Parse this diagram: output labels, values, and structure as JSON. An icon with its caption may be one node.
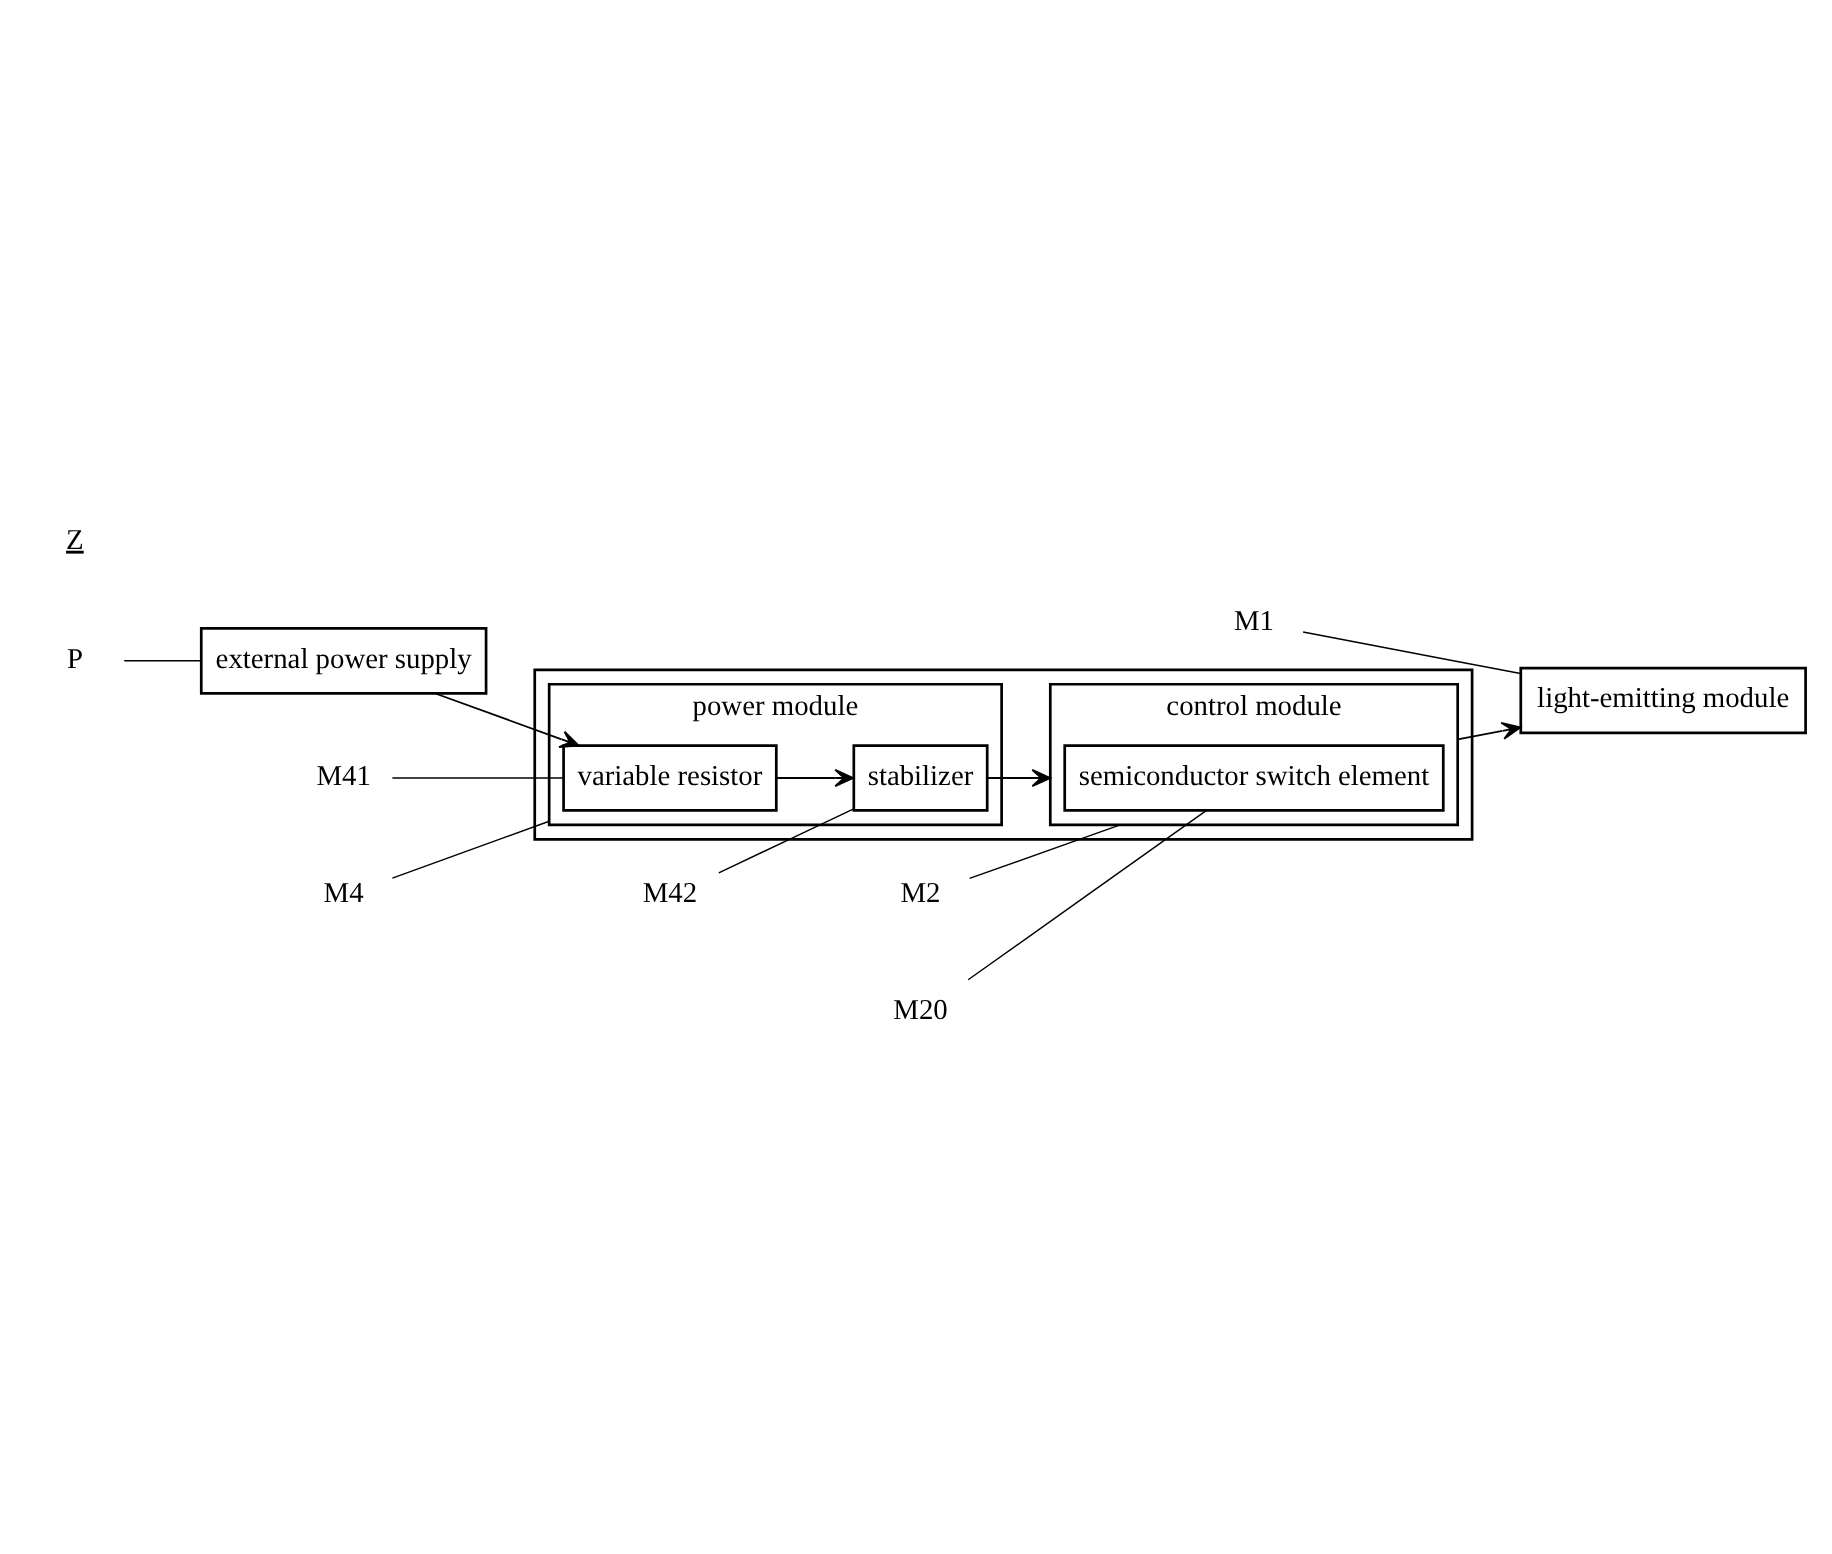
{
  "diagram": {
    "nodes": [
      {
        "text": [
          "M1"
        ]
      },
      {
        "text": [
          "light-emitting module"
        ]
      },
      {
        "text": [],
        "shape": "box"
      },
      {
        "text": [
          "M2"
        ]
      },
      {
        "text": [
          "control module"
        ],
        "in": 2
      },
      {
        "text": [
          "M20"
        ]
      },
      {
        "text": [
          "semiconductor switch element"
        ],
        "in": 4
      },
      {
        "text": [
          "P"
        ]
      },
      {
        "text": [
          "external power supply"
        ]
      },
      {
        "text": [
          "power module"
        ],
        "in": 2
      },
      {
        "text": [
          "variable resistor"
        ],
        "in": 9
      },
      {
        "text": [
          "stabilizer"
        ],
        "in": 9
      },
      {
        "text": [
          "M41"
        ]
      },
      {
        "text": [
          "M4"
        ]
      },
      {
        "text": [
          "M42"
        ]
      }
    ],
    "edges": [
      {
        "from": 8,
        "to": 10,
        "arrow": "to"
      },
      {
        "from": 10,
        "to": 11,
        "arrow": "to"
      },
      {
        "from": 11,
        "to": 4,
        "arrow": "to"
      },
      {
        "from": 4,
        "to": 1,
        "arrow": "to"
      },
      {
        "from": 0,
        "to": 1,
        "arrow": "none"
      },
      {
        "from": 3,
        "to": 4,
        "arrow": "none"
      },
      {
        "from": 5,
        "to": 6,
        "arrow": "none"
      },
      {
        "from": 7,
        "to": 8,
        "arrow": "none"
      },
      {
        "from": 12,
        "to": 10,
        "arrow": "none"
      },
      {
        "from": 13,
        "to": 9,
        "arrow": "none"
      },
      {
        "from": 14,
        "to": 11,
        "arrow": "none"
      }
    ],
    "labels": [
      "Z"
    ]
  }
}
